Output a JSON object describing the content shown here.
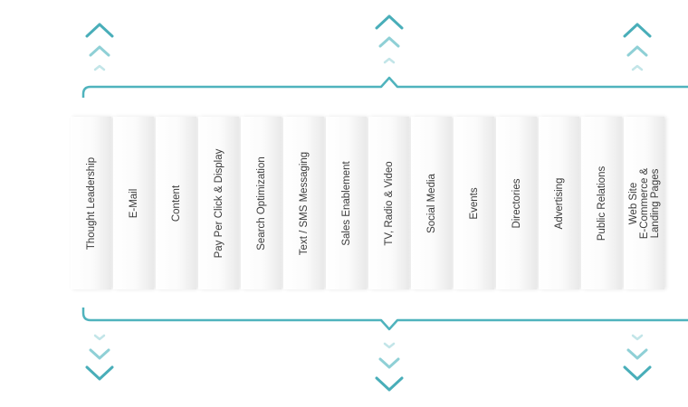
{
  "panels": [
    {
      "label": "Thought Leadership"
    },
    {
      "label": "E-Mail"
    },
    {
      "label": "Content"
    },
    {
      "label": "Pay Per Click & Display"
    },
    {
      "label": "Search Optimization"
    },
    {
      "label": "Text / SMS Messaging"
    },
    {
      "label": "Sales Enablement"
    },
    {
      "label": "TV, Radio & Video"
    },
    {
      "label": "Social Media"
    },
    {
      "label": "Events"
    },
    {
      "label": "Directories"
    },
    {
      "label": "Advertising"
    },
    {
      "label": "Public Relations"
    },
    {
      "label": "Web Site\nE-Commerce &\nLanding Pages"
    }
  ],
  "colors": {
    "bracket": "#4fb3bd",
    "chevron_strong": "#49aeb9",
    "chevron_medium": "#8fd0d6",
    "chevron_light": "#c2e5e8",
    "label_text": "#3a3a3a"
  },
  "icons": {
    "up_arrow_group": "chevron-up-icon",
    "down_arrow_group": "chevron-down-icon"
  }
}
